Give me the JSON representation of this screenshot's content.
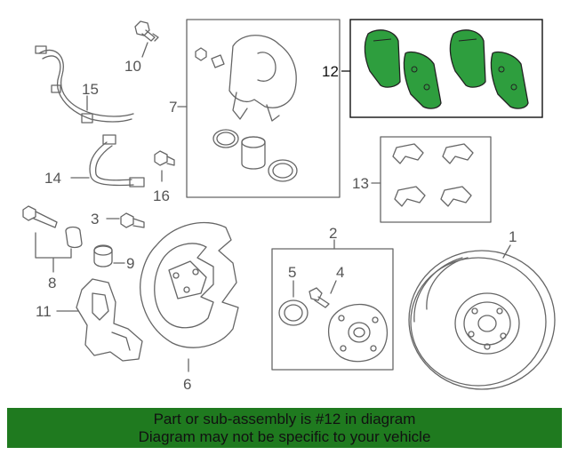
{
  "callouts": {
    "c1": "1",
    "c2": "2",
    "c3": "3",
    "c4": "4",
    "c5": "5",
    "c6": "6",
    "c7": "7",
    "c8": "8",
    "c9": "9",
    "c10": "10",
    "c11": "11",
    "c12": "12",
    "c13": "13",
    "c14": "14",
    "c15": "15",
    "c16": "16"
  },
  "highlight_part": "12",
  "colors": {
    "banner": "#1f7a1f",
    "pad": "#2e9e3e",
    "line": "#666666"
  },
  "banner": {
    "line1": "Part or sub-assembly is #12 in diagram",
    "line2": "Diagram may not be specific to your vehicle"
  }
}
